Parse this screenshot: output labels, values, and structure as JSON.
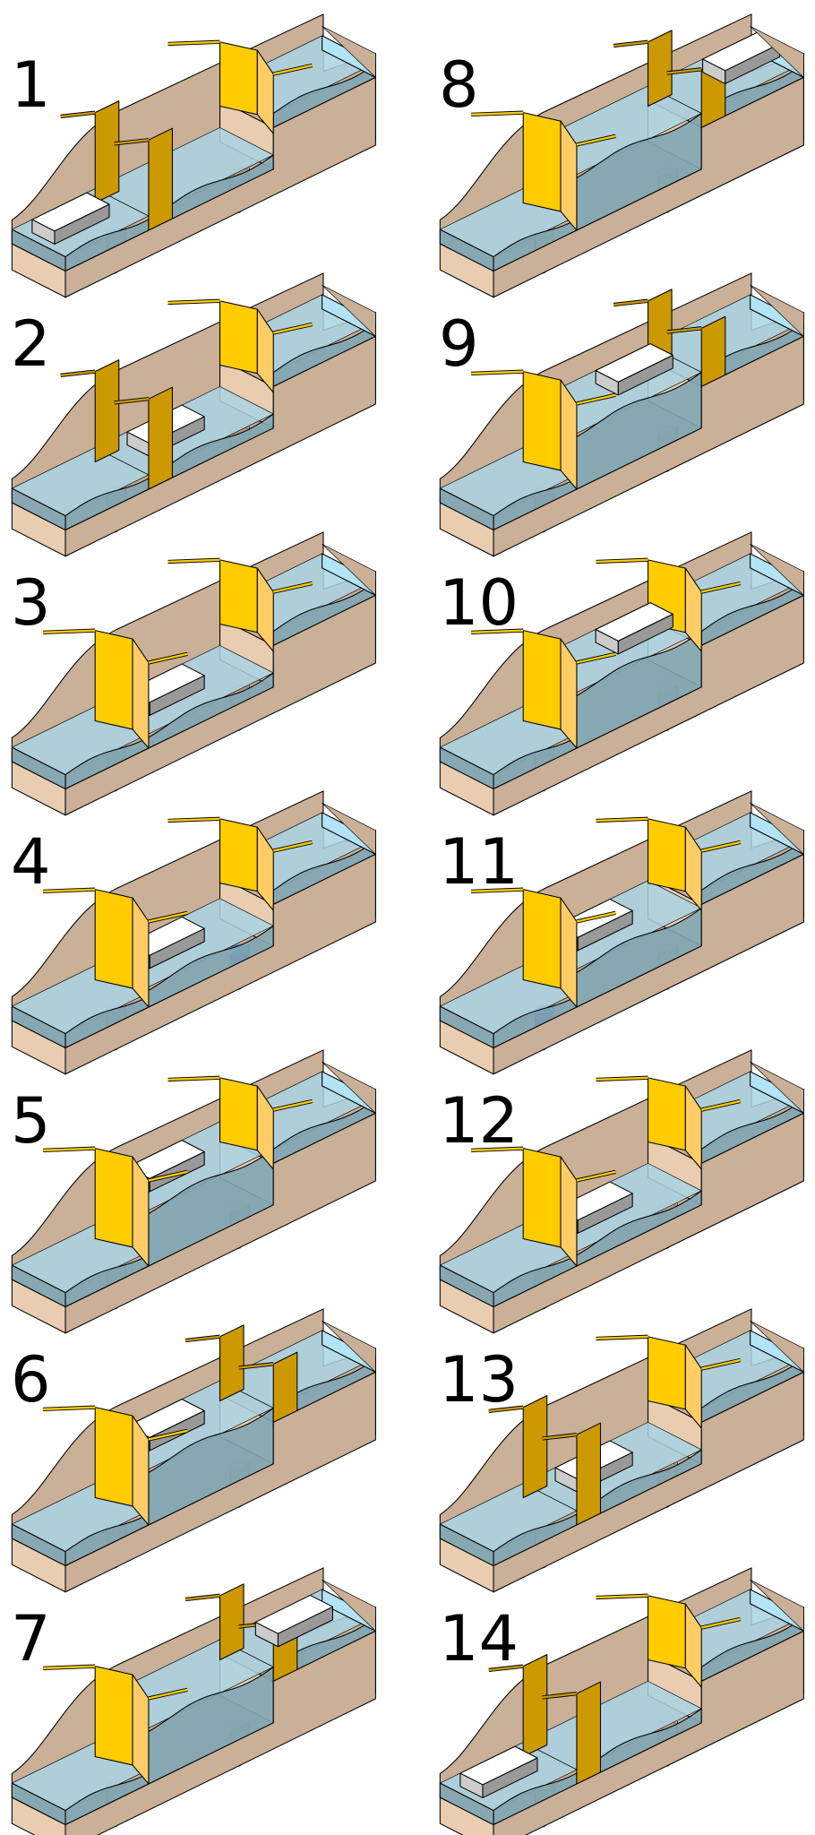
{
  "title": "Canal lock operation sequence",
  "colors": {
    "terrain": "#c9b097",
    "earth_face": "#e8cdb0",
    "water_top": "#a9d4e4",
    "water_side": "#7fa7b5",
    "water_end": "#b2e4f6",
    "gate_closed_a": "#ffcc00",
    "gate_closed_b": "#ffcc66",
    "gate_open": "#cc9900",
    "boat_top": "#ffffff",
    "boat_side": "#999999",
    "boat_end": "#cccccc",
    "culvert_flow": "#4b2f96"
  },
  "panels": [
    {
      "label": "1",
      "chamber": "low",
      "lower_gate": "open",
      "upper_gate": "closed",
      "boat": "lower-pool",
      "flow": "none"
    },
    {
      "label": "2",
      "chamber": "low",
      "lower_gate": "open",
      "upper_gate": "closed",
      "boat": "chamber",
      "flow": "none"
    },
    {
      "label": "3",
      "chamber": "low",
      "lower_gate": "closed",
      "upper_gate": "closed",
      "boat": "chamber",
      "flow": "none"
    },
    {
      "label": "4",
      "chamber": "filling",
      "lower_gate": "closed",
      "upper_gate": "closed",
      "boat": "chamber",
      "flow": "upper"
    },
    {
      "label": "5",
      "chamber": "high",
      "lower_gate": "closed",
      "upper_gate": "closed",
      "boat": "chamber",
      "flow": "none"
    },
    {
      "label": "6",
      "chamber": "high",
      "lower_gate": "closed",
      "upper_gate": "open",
      "boat": "chamber",
      "flow": "none"
    },
    {
      "label": "7",
      "chamber": "high",
      "lower_gate": "closed",
      "upper_gate": "open",
      "boat": "upper-pool",
      "flow": "none"
    },
    {
      "label": "8",
      "chamber": "high",
      "lower_gate": "closed",
      "upper_gate": "open",
      "boat": "upper-pool-far",
      "flow": "none"
    },
    {
      "label": "9",
      "chamber": "high",
      "lower_gate": "closed",
      "upper_gate": "open",
      "boat": "chamber-upper",
      "flow": "none"
    },
    {
      "label": "10",
      "chamber": "high",
      "lower_gate": "closed",
      "upper_gate": "closed",
      "boat": "chamber-upper",
      "flow": "none"
    },
    {
      "label": "11",
      "chamber": "draining",
      "lower_gate": "closed",
      "upper_gate": "closed",
      "boat": "chamber",
      "flow": "lower"
    },
    {
      "label": "12",
      "chamber": "low",
      "lower_gate": "closed",
      "upper_gate": "closed",
      "boat": "chamber",
      "flow": "none"
    },
    {
      "label": "13",
      "chamber": "low",
      "lower_gate": "open",
      "upper_gate": "closed",
      "boat": "chamber",
      "flow": "none"
    },
    {
      "label": "14",
      "chamber": "low",
      "lower_gate": "open",
      "upper_gate": "closed",
      "boat": "lower-pool",
      "flow": "none"
    }
  ]
}
